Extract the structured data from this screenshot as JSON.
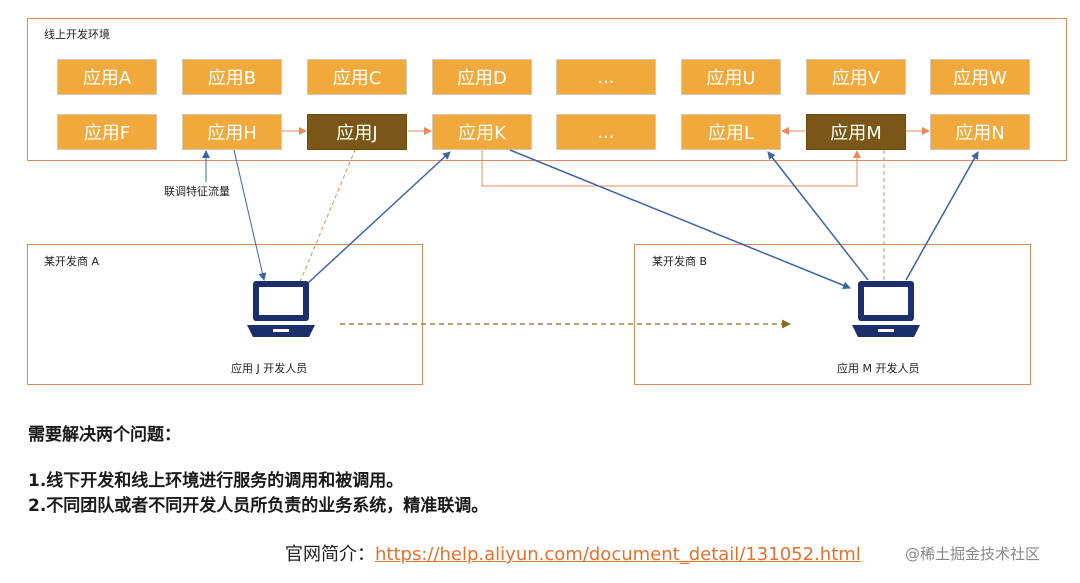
{
  "online_env": {
    "label": "线上开发环境"
  },
  "apps": {
    "row1": [
      "应用A",
      "应用B",
      "应用C",
      "应用D",
      "...",
      "应用U",
      "应用V",
      "应用W"
    ],
    "row2": [
      "应用F",
      "应用H",
      "应用J",
      "应用K",
      "...",
      "应用L",
      "应用M",
      "应用N"
    ]
  },
  "link_label": "联调特征流量",
  "vendor_a": {
    "label": "某开发商 A",
    "dev": "应用 J 开发人员"
  },
  "vendor_b": {
    "label": "某开发商 B",
    "dev": "应用 M 开发人员"
  },
  "problems": {
    "heading": "需要解决两个问题：",
    "p1": "1.线下开发和线上环境进行服务的调用和被调用。",
    "p2": "2.不同团队或者不同开发人员所负责的业务系统，精准联调。"
  },
  "footer": {
    "prefix": "官网简介：",
    "url": "https://help.aliyun.com/document_detail/131052.html"
  },
  "watermark": "@稀土掘金技术社区",
  "colors": {
    "app": "#f0a93a",
    "app_dark": "#7a5617",
    "frame": "#d98b63",
    "blue_arrow": "#3c64a8",
    "orange_dash": "#e88b5a",
    "laptop": "#1d2f6b"
  }
}
